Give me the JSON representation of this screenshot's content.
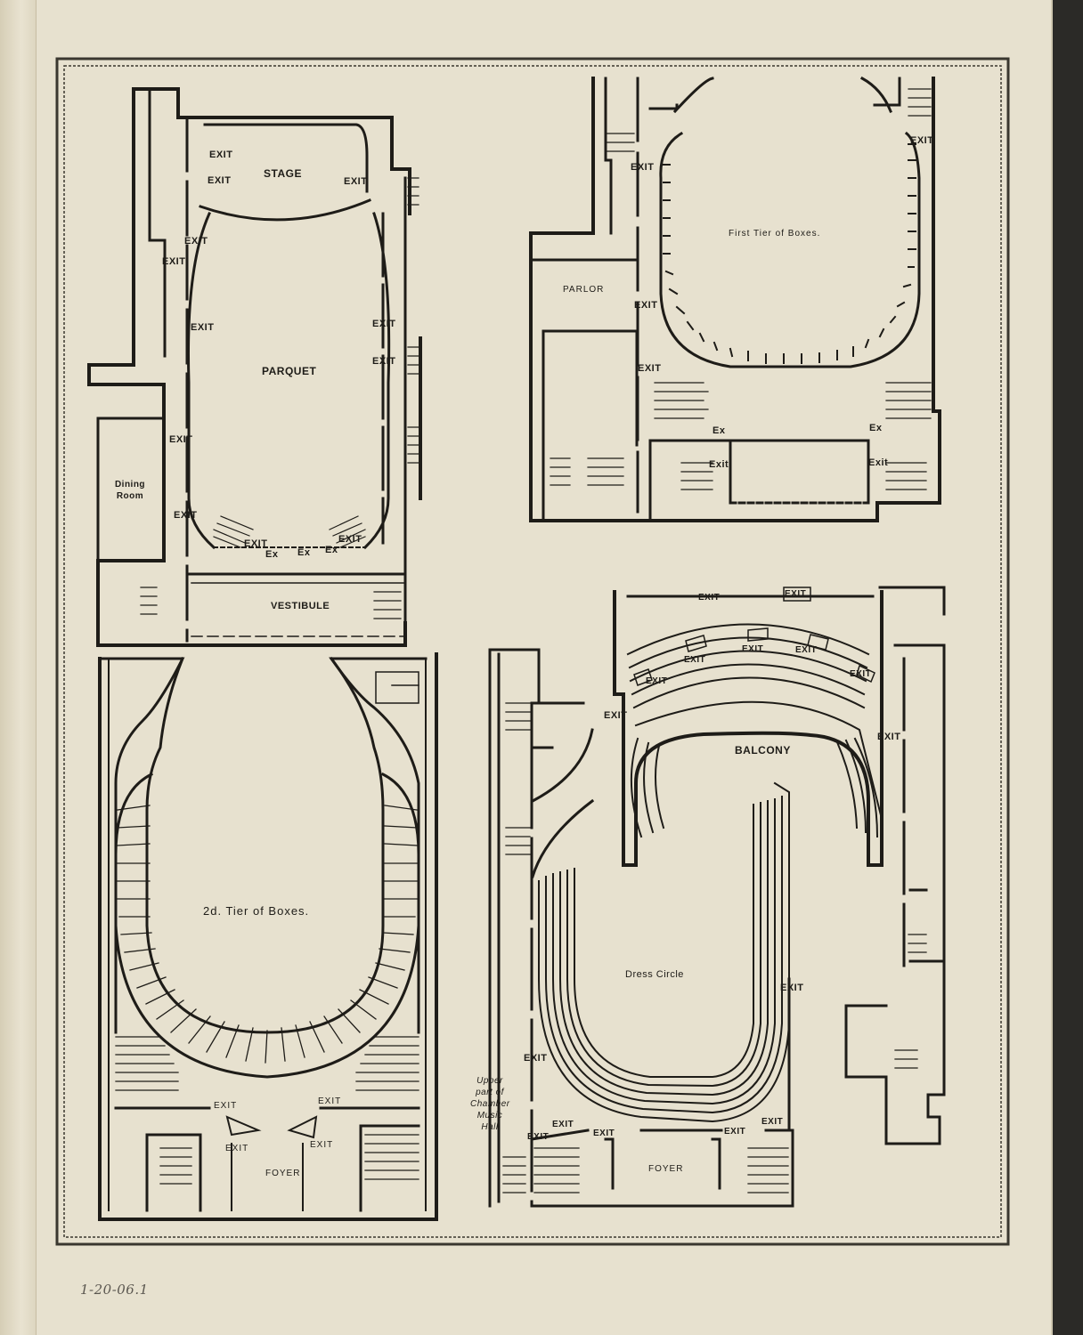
{
  "plans": {
    "parquet": {
      "stage": "STAGE",
      "parquet": "PARQUET",
      "dining_room": "Dining Room",
      "vestibule": "VESTIBULE",
      "exit": "EXIT",
      "ex": "Ex"
    },
    "first_tier": {
      "title": "First Tier of Boxes.",
      "parlor": "PARLOR",
      "exit": "EXIT",
      "ex": "Ex",
      "exit_alt": "Exit"
    },
    "second_tier": {
      "title": "2d. Tier of Boxes.",
      "foyer": "FOYER",
      "exit": "EXIT"
    },
    "balcony": {
      "balcony": "BALCONY",
      "dress_circle": "Dress Circle",
      "foyer": "FOYER",
      "upper_part": "Upper part of Chamber Music Hall",
      "exit": "EXIT",
      "exit_alt": "Exit"
    }
  },
  "handwritten_note": "1-20-06.1"
}
